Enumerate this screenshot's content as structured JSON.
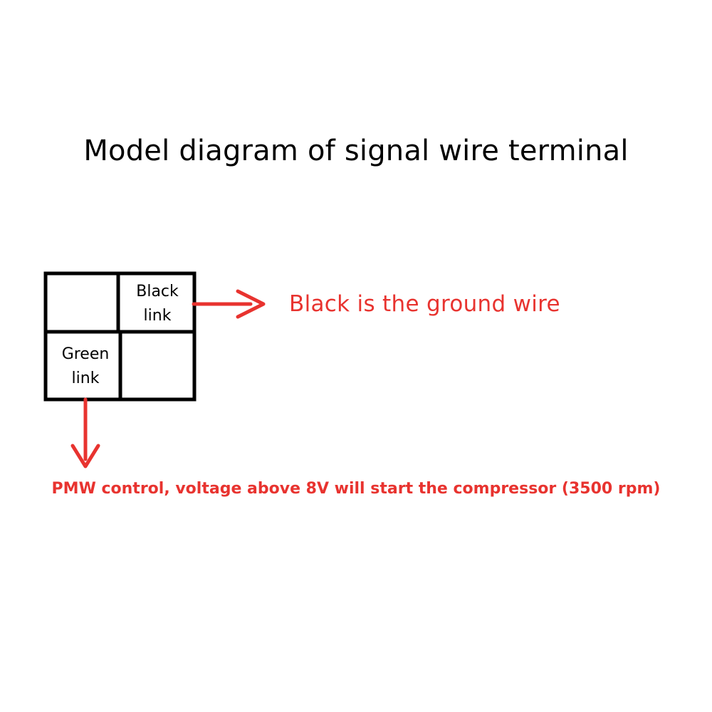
{
  "title": "Model diagram of signal wire terminal",
  "terminal": {
    "top_right": {
      "line1": "Black",
      "line2": "link"
    },
    "bottom_left": {
      "line1": "Green",
      "line2": "link"
    }
  },
  "annotations": {
    "black": "Black is the ground wire",
    "green": "PMW control, voltage above 8V will start the compressor (3500 rpm)"
  },
  "colors": {
    "outline": "#000000",
    "annotation": "#e8332f"
  }
}
